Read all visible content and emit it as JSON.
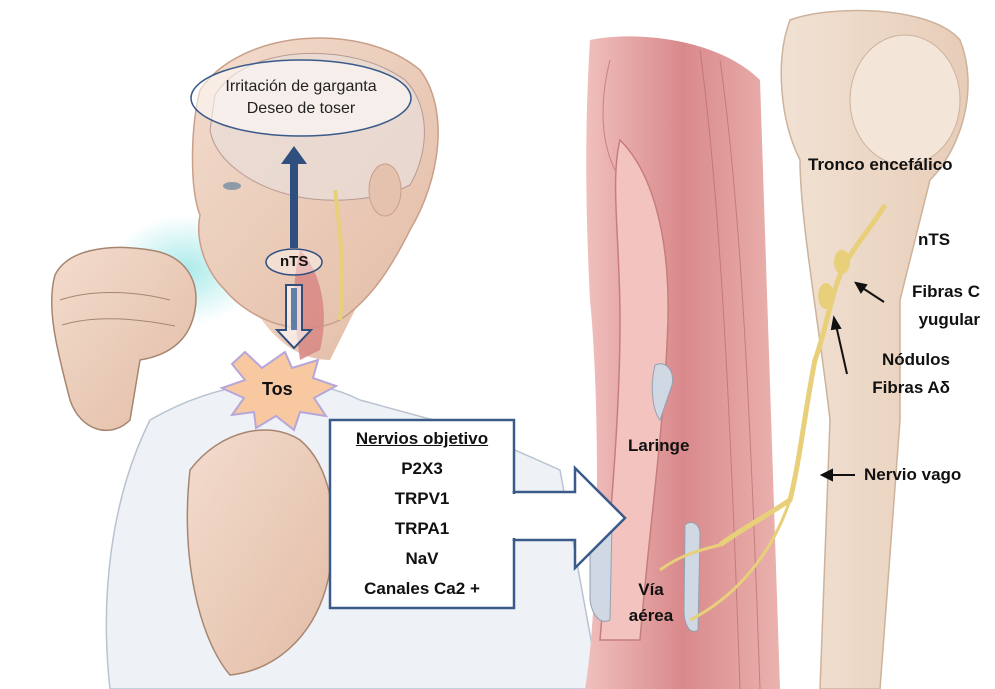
{
  "perception_oval": {
    "line1": "Irritación de garganta",
    "line2": "Deseo de toser"
  },
  "nts_center_label": "nTS",
  "cough_label": "Tos",
  "targets_box": {
    "title": "Nervios objetivo",
    "items": [
      "P2X3",
      "TRPV1",
      "TRPA1",
      "NaV",
      "Canales Ca2 +"
    ]
  },
  "anatomy_labels": {
    "larynx": "Laringe",
    "airway_line1": "Vía",
    "airway_line2": "aérea",
    "brainstem": "Tronco encefálico",
    "nts": "nTS",
    "c_fibers_line1": "Fibras C",
    "c_fibers_line2": "yugular",
    "nodose_line1": "Nódulos",
    "nodose_line2": "Fibras Aδ",
    "vagus": "Nervio vago"
  },
  "colors": {
    "arrow_blue": "#2f4f7f",
    "box_border": "#3a5a8a",
    "nerve_yellow": "#e8cf7a",
    "tissue_red": "#d9898b",
    "cough_burst_fill": "#f8c9a0",
    "cough_burst_border": "#b7a6d8"
  }
}
